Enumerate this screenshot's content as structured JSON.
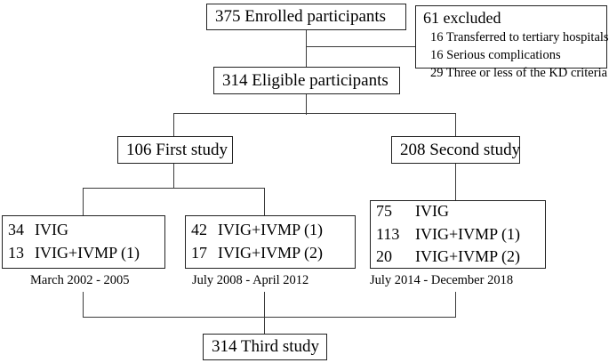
{
  "diagram": {
    "type": "study-flow-chart",
    "nodes": {
      "enrolled": {
        "label": "375 Enrolled participants"
      },
      "excluded": {
        "heading": "61 excluded",
        "reasons": [
          "16 Transferred to tertiary hospitals",
          "16 Serious complications",
          "29 Three or less of the KD criteria"
        ]
      },
      "eligible": {
        "label": "314 Eligible participants"
      },
      "first_study": {
        "label": "106 First study"
      },
      "second_study": {
        "label": "208 Second study"
      },
      "third_study": {
        "label": "314 Third study"
      },
      "group_a": {
        "rows": [
          {
            "count": "34",
            "treatment": "IVIG"
          },
          {
            "count": "13",
            "treatment": "IVIG+IVMP (1)"
          }
        ],
        "period": "March 2002 - 2005"
      },
      "group_b": {
        "rows": [
          {
            "count": "42",
            "treatment": "IVIG+IVMP (1)"
          },
          {
            "count": "17",
            "treatment": "IVIG+IVMP (2)"
          }
        ],
        "period": "July 2008 - April 2012"
      },
      "group_c": {
        "rows": [
          {
            "count": "75",
            "treatment": "IVIG"
          },
          {
            "count": "113",
            "treatment": "IVIG+IVMP (1)"
          },
          {
            "count": "20",
            "treatment": "IVIG+IVMP (2)"
          }
        ],
        "period": "July 2014 - December 2018"
      }
    },
    "colors": {
      "background": "#ffffff",
      "border": "#222222",
      "connector": "#3a3a3a",
      "text": "#000000"
    }
  }
}
